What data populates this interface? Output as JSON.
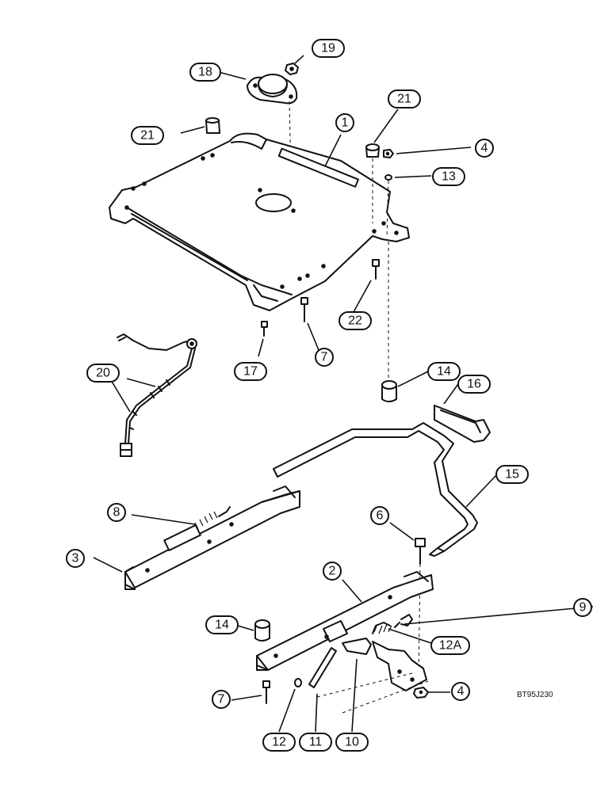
{
  "callouts": [
    {
      "id": "c19",
      "label": "19"
    },
    {
      "id": "c18",
      "label": "18"
    },
    {
      "id": "c21a",
      "label": "21"
    },
    {
      "id": "c1",
      "label": "1"
    },
    {
      "id": "c21b",
      "label": "21"
    },
    {
      "id": "c4a",
      "label": "4"
    },
    {
      "id": "c13",
      "label": "13"
    },
    {
      "id": "c22",
      "label": "22"
    },
    {
      "id": "c17",
      "label": "17"
    },
    {
      "id": "c7a",
      "label": "7"
    },
    {
      "id": "c20",
      "label": "20"
    },
    {
      "id": "c14a",
      "label": "14"
    },
    {
      "id": "c16",
      "label": "16"
    },
    {
      "id": "c15",
      "label": "15"
    },
    {
      "id": "c8",
      "label": "8"
    },
    {
      "id": "c6",
      "label": "6"
    },
    {
      "id": "c3",
      "label": "3"
    },
    {
      "id": "c2",
      "label": "2"
    },
    {
      "id": "c9",
      "label": "9"
    },
    {
      "id": "c14b",
      "label": "14"
    },
    {
      "id": "c12a",
      "label": "12A"
    },
    {
      "id": "c7b",
      "label": "7"
    },
    {
      "id": "c4b",
      "label": "4"
    },
    {
      "id": "c12",
      "label": "12"
    },
    {
      "id": "c11",
      "label": "11"
    },
    {
      "id": "c10",
      "label": "10"
    }
  ],
  "reference_code": "BT95J230"
}
